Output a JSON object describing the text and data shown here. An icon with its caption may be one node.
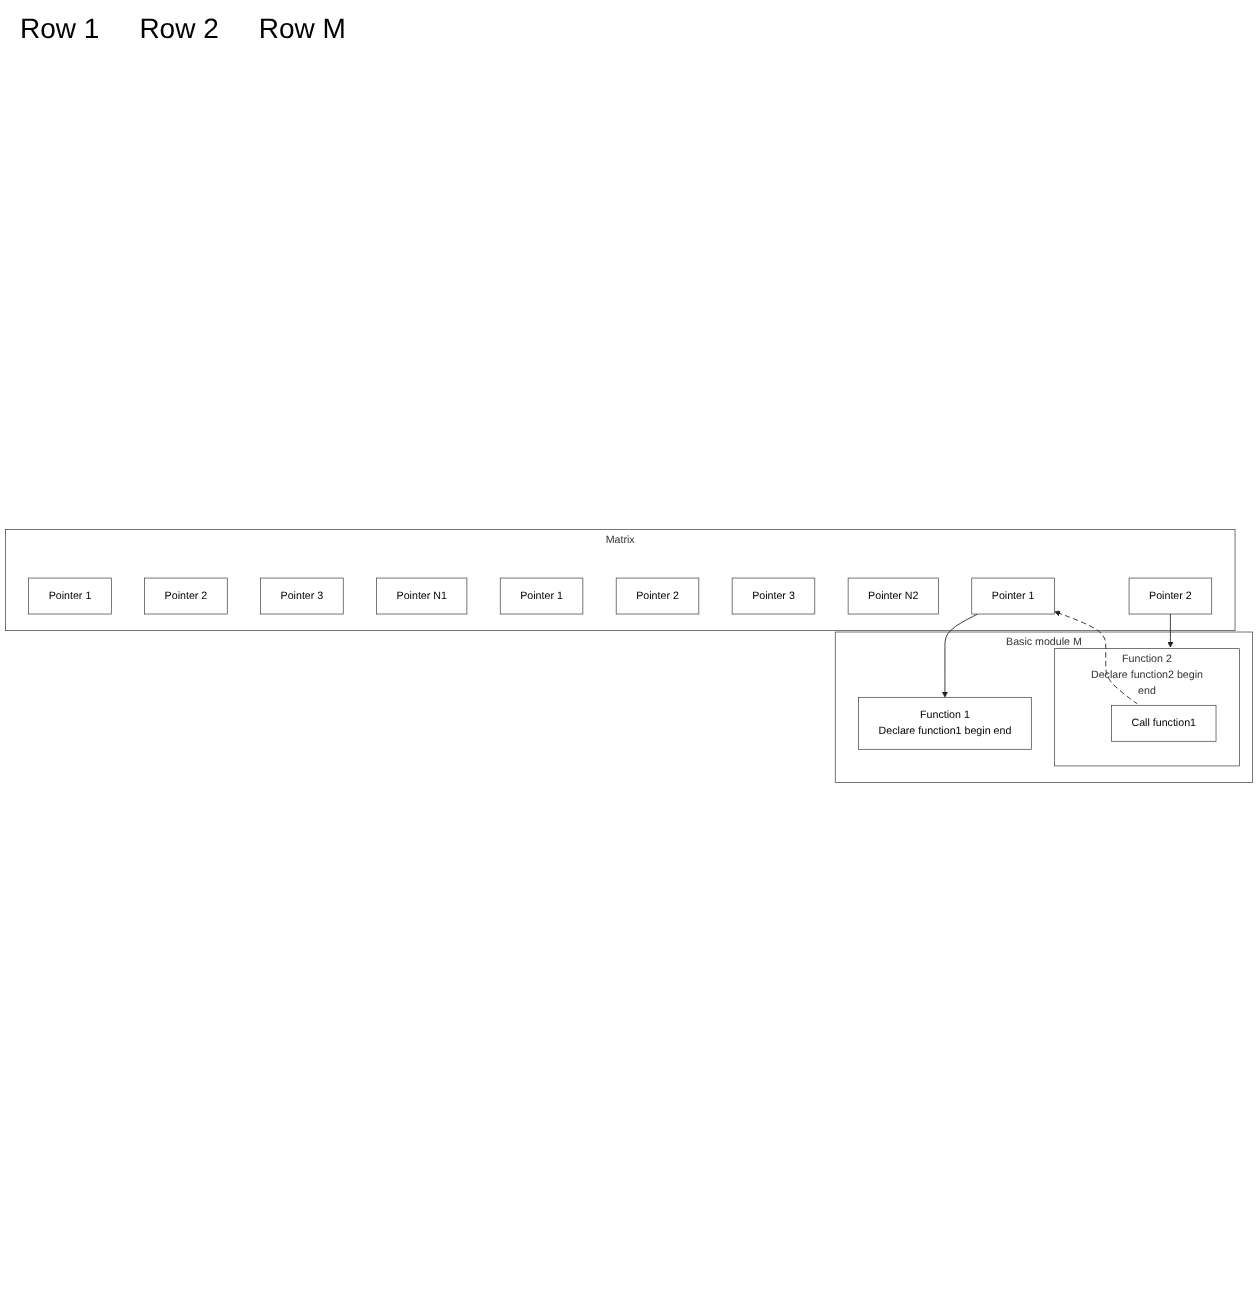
{
  "diagram": {
    "nodes": [
      {
        "text": [
          "Matrix"
        ]
      },
      {
        "text": [
          "Pointer 1"
        ],
        "in": 0
      },
      {
        "text": [
          "Pointer 2"
        ],
        "in": 0
      },
      {
        "text": [
          "Pointer 3"
        ],
        "in": 0
      },
      {
        "text": [
          "Pointer N1"
        ],
        "in": 0
      },
      {
        "text": [
          "Pointer 1"
        ],
        "in": 0
      },
      {
        "text": [
          "Pointer 2"
        ],
        "in": 0
      },
      {
        "text": [
          "Pointer 3"
        ],
        "in": 0
      },
      {
        "text": [
          "Pointer N2"
        ],
        "in": 0
      },
      {
        "text": [
          "Pointer 1"
        ],
        "in": 0
      },
      {
        "text": [
          "Pointer 2"
        ],
        "in": 0
      },
      {
        "text": [
          "Basic module M"
        ]
      },
      {
        "text": [
          "Function 1",
          "Declare function1 begin end"
        ],
        "in": 11
      },
      {
        "text": [
          "Function 2",
          "Declare function2 begin",
          "end"
        ],
        "in": 11
      },
      {
        "text": [
          "Call function1"
        ],
        "in": 13
      }
    ],
    "edges": [
      {
        "from": 9,
        "to": 12,
        "arrow": "to"
      },
      {
        "from": 10,
        "to": 13,
        "arrow": "to"
      },
      {
        "from": 14,
        "to": 9,
        "arrow": "to",
        "style": "dashed"
      }
    ],
    "labels": [
      "Row 1",
      "Row 2",
      "Row M"
    ]
  }
}
